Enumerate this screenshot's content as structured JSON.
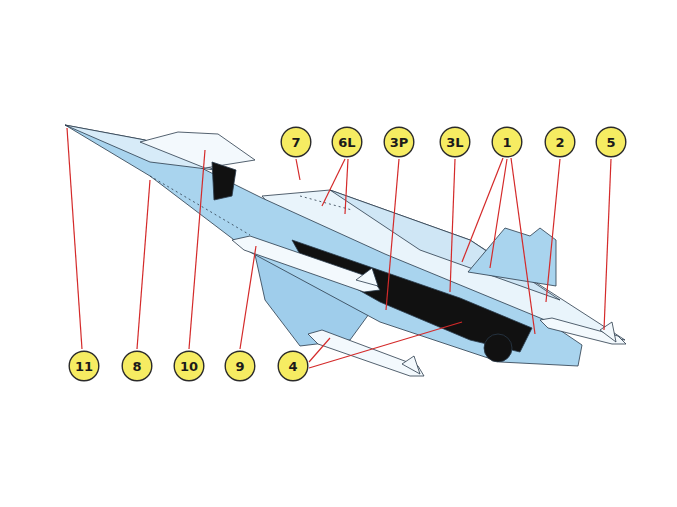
{
  "diagram": {
    "nodes": [
      {
        "text": [
          "7"
        ]
      },
      {
        "text": [
          "6L"
        ]
      },
      {
        "text": [
          "3P"
        ]
      },
      {
        "text": [
          "3L"
        ]
      },
      {
        "text": [
          "1"
        ]
      },
      {
        "text": [
          "2"
        ]
      },
      {
        "text": [
          "5"
        ]
      },
      {
        "text": [
          "11"
        ]
      },
      {
        "text": [
          "8"
        ]
      },
      {
        "text": [
          "10"
        ]
      },
      {
        "text": [
          "9"
        ]
      },
      {
        "text": [
          "4"
        ]
      }
    ],
    "edges": []
  }
}
